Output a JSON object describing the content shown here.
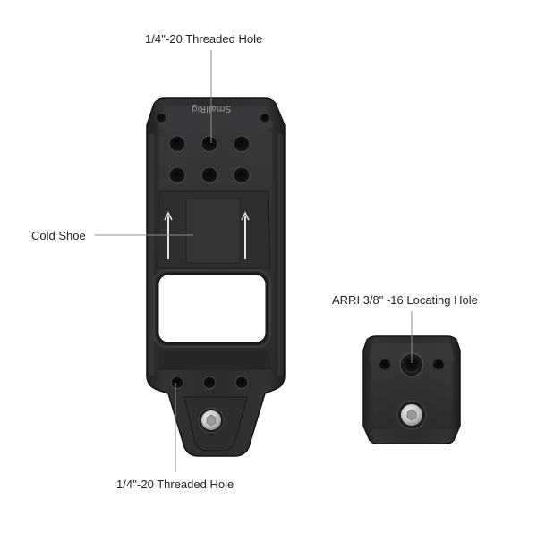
{
  "product": {
    "brand_mark": "SmallRig",
    "colors": {
      "body": "#2b2b2d",
      "body_edge": "#3c3c3f",
      "face": "#313134",
      "shadow": "#1a1a1c",
      "hole": "#0d0d0e",
      "screw": "#c9c9c9",
      "leader": "#8c8c8c"
    }
  },
  "callouts": {
    "top_hole": "1/4''-20 Threaded Hole",
    "cold_shoe": "Cold Shoe",
    "arri_hole": "ARRI 3/8\" -16 Locating Hole",
    "bottom_hole": "1/4''-20 Threaded Hole"
  }
}
